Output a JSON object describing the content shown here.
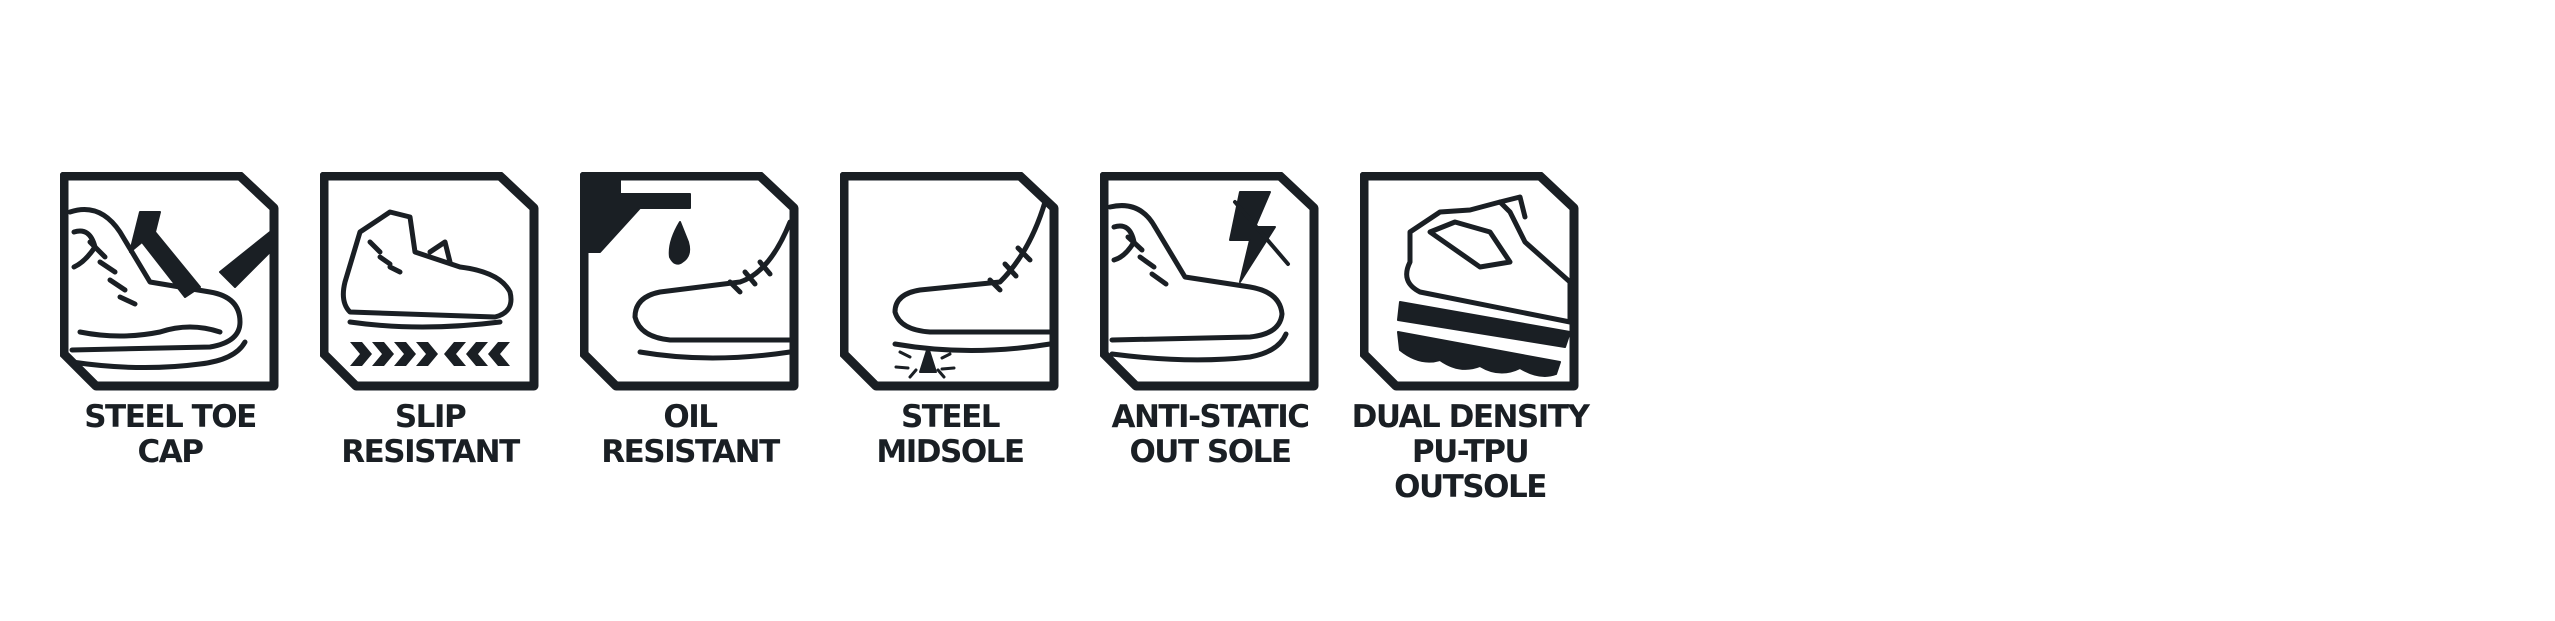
{
  "features": [
    {
      "id": "steel-toe-cap",
      "icon": "steel-toe-cap-icon",
      "lines": [
        "STEEL TOE",
        "CAP"
      ]
    },
    {
      "id": "slip-resistant",
      "icon": "slip-resistant-icon",
      "lines": [
        "SLIP",
        "RESISTANT"
      ]
    },
    {
      "id": "oil-resistant",
      "icon": "oil-resistant-icon",
      "lines": [
        "OIL",
        "RESISTANT"
      ]
    },
    {
      "id": "steel-midsole",
      "icon": "steel-midsole-icon",
      "lines": [
        "STEEL",
        "MIDSOLE"
      ]
    },
    {
      "id": "anti-static",
      "icon": "anti-static-icon",
      "lines": [
        "ANTI-STATIC",
        "OUT SOLE"
      ]
    },
    {
      "id": "dual-density",
      "icon": "dual-density-outsole-icon",
      "lines": [
        "DUAL DENSITY",
        "PU-TPU",
        "OUTSOLE"
      ]
    }
  ],
  "colors": {
    "ink": "#1a1f24",
    "background": "#ffffff"
  }
}
